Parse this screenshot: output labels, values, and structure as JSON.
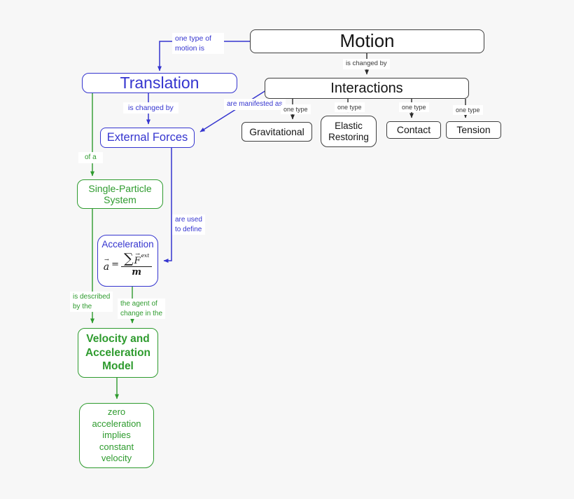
{
  "background": "#f7f7f7",
  "colors": {
    "blue": "#3535cf",
    "green": "#2e9b2e",
    "dark_border": "#3f3f3f",
    "dark_text": "#151515",
    "label_bg": "#ffffff"
  },
  "nodes": {
    "motion": {
      "label": "Motion"
    },
    "translation": {
      "label": "Translation"
    },
    "interactions": {
      "label": "Interactions"
    },
    "external_forces": {
      "label": "External Forces"
    },
    "gravitational": {
      "label": "Gravitational"
    },
    "elastic_restoring": {
      "label": "Elastic\nRestoring"
    },
    "contact": {
      "label": "Contact"
    },
    "tension": {
      "label": "Tension"
    },
    "single_particle_system": {
      "label": "Single-Particle\nSystem"
    },
    "acceleration": {
      "label": "Acceleration",
      "formula": {
        "lhs": "a",
        "vector_arrow": "→",
        "equals": "=",
        "sum": "∑",
        "force": "F",
        "force_superscript": "ext",
        "denominator": "m"
      }
    },
    "velocity_acceleration_model": {
      "label": "Velocity and\nAcceleration\nModel"
    },
    "zero_acceleration": {
      "label": "zero\nacceleration\nimplies\nconstant\nvelocity"
    }
  },
  "edge_labels": {
    "one_type_of_motion_is": "one type of\nmotion is",
    "motion_is_changed_by": "is changed by",
    "translation_is_changed_by": "is changed by",
    "are_manifested_as": "are manifested as",
    "one_type_gravitational": "one type",
    "one_type_elastic": "one type",
    "one_type_contact": "one type",
    "one_type_tension": "one type",
    "of_a": "of a",
    "are_used_to_define": "are used\nto define",
    "is_described_by_the": "is described\nby the",
    "the_agent_of_change_in_the": "the agent of\nchange in the"
  }
}
